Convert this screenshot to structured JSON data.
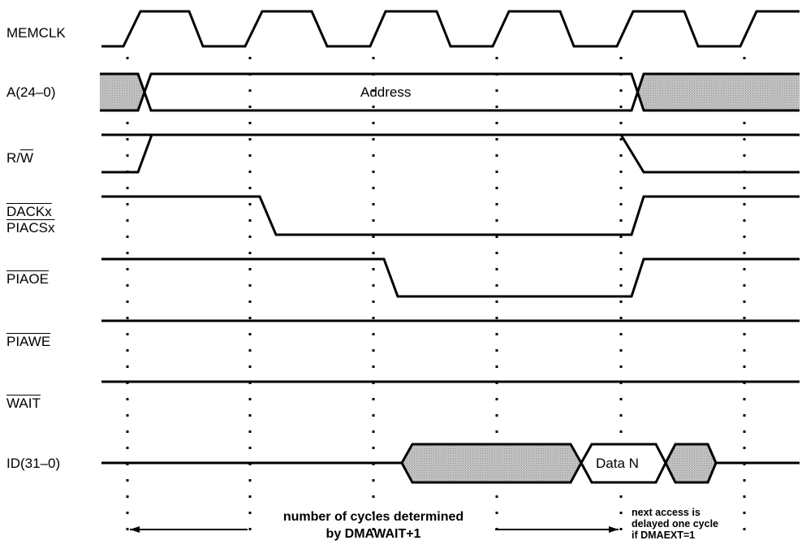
{
  "signals": [
    {
      "id": "memclk",
      "label": "MEMCLK",
      "overline": false
    },
    {
      "id": "addr",
      "label": "A(24–0)",
      "overline": false
    },
    {
      "id": "rw",
      "label_plain": "R/",
      "label_overline": "W"
    },
    {
      "id": "dackx",
      "label": "DACKx",
      "overline": true
    },
    {
      "id": "piacsx",
      "label": "PIACSx",
      "overline": true
    },
    {
      "id": "piaoe",
      "label": "PIAOE",
      "overline": true
    },
    {
      "id": "piawe",
      "label": "PIAWE",
      "overline": true
    },
    {
      "id": "wait",
      "label": "WAIT",
      "overline": true
    },
    {
      "id": "id",
      "label": "ID(31–0)",
      "overline": false
    }
  ],
  "bus_labels": {
    "address": "Address",
    "data": "Data N"
  },
  "annotations": {
    "cycles_line1": "number of cycles determined",
    "cycles_line2": "by DMAWAIT+1",
    "next_line1": "next access is",
    "next_line2": "delayed one cycle",
    "next_line3": "if DMAEXT=1"
  }
}
